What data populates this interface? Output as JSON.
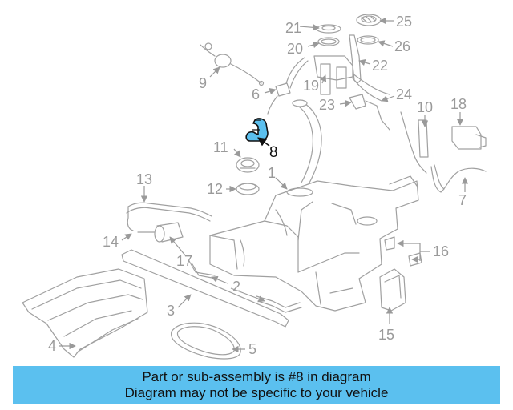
{
  "highlight": {
    "label": "8",
    "color": "#5bc0ef"
  },
  "labels": {
    "l1": "1",
    "l2": "2",
    "l3": "3",
    "l4": "4",
    "l5": "5",
    "l6": "6",
    "l7": "7",
    "l9": "9",
    "l10": "10",
    "l11": "11",
    "l12": "12",
    "l13": "13",
    "l14": "14",
    "l15": "15",
    "l16": "16",
    "l17": "17",
    "l18": "18",
    "l19": "19",
    "l20": "20",
    "l21": "21",
    "l22": "22",
    "l23": "23",
    "l24": "24",
    "l25": "25",
    "l26": "26"
  },
  "banner": {
    "line1": "Part or sub-assembly is #8 in diagram",
    "line2": "Diagram may not be specific to your vehicle",
    "color": "#5bc0ef"
  }
}
